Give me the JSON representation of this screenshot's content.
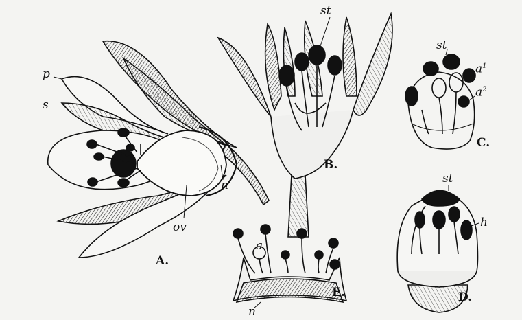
{
  "figures": {
    "A": {
      "caption": "A.",
      "labels": {
        "petal": "p",
        "sepal": "s",
        "ovary": "ov",
        "nectary": "n"
      }
    },
    "B": {
      "caption": "B.",
      "labels": {
        "stigma": "st"
      }
    },
    "C": {
      "caption": "C.",
      "labels": {
        "stigma": "st",
        "anther1": "a",
        "anther1_sup": "1",
        "anther2": "a",
        "anther2_sup": "2"
      }
    },
    "D": {
      "caption": "D.",
      "labels": {
        "stigma": "st",
        "hood": "h"
      }
    },
    "E": {
      "caption": "E.",
      "labels": {
        "anther": "a",
        "nectary": "n"
      }
    }
  }
}
